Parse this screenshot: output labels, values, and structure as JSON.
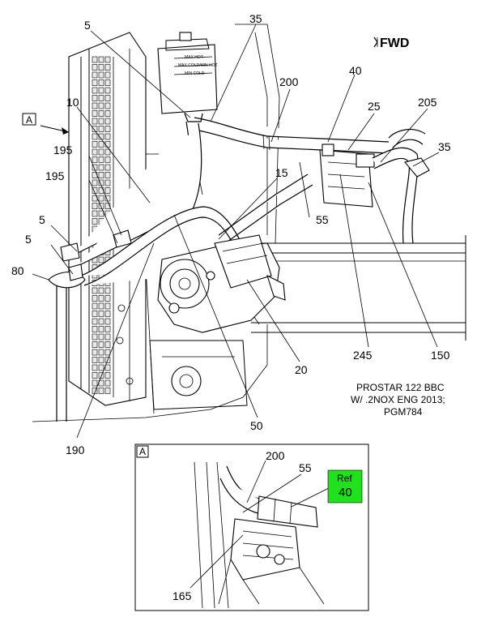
{
  "fwd_label": "FWD",
  "view_ref": "A",
  "caption": [
    "PROSTAR 122 BBC",
    "W/ .2NOX ENG 2013;",
    "PGM784"
  ],
  "callouts": {
    "c5a": "5",
    "c35a": "35",
    "c40": "40",
    "c200": "200",
    "c10": "10",
    "c25": "25",
    "c205": "205",
    "c35b": "35",
    "c195a": "195",
    "c15": "15",
    "c195b": "195",
    "c55": "55",
    "c5b": "5",
    "c5c": "5",
    "c80": "80",
    "c245": "245",
    "c150": "150",
    "c20": "20",
    "c50": "50",
    "c190": "190"
  },
  "tank_labels": [
    "MAX HOT",
    "MAX COLD/MIN HOT",
    "MIN COLD"
  ],
  "detail": {
    "label": "A",
    "c200": "200",
    "c55": "55",
    "c165": "165",
    "ref_word": "Ref",
    "ref_num": "40",
    "ref_color": "#22e01e"
  }
}
